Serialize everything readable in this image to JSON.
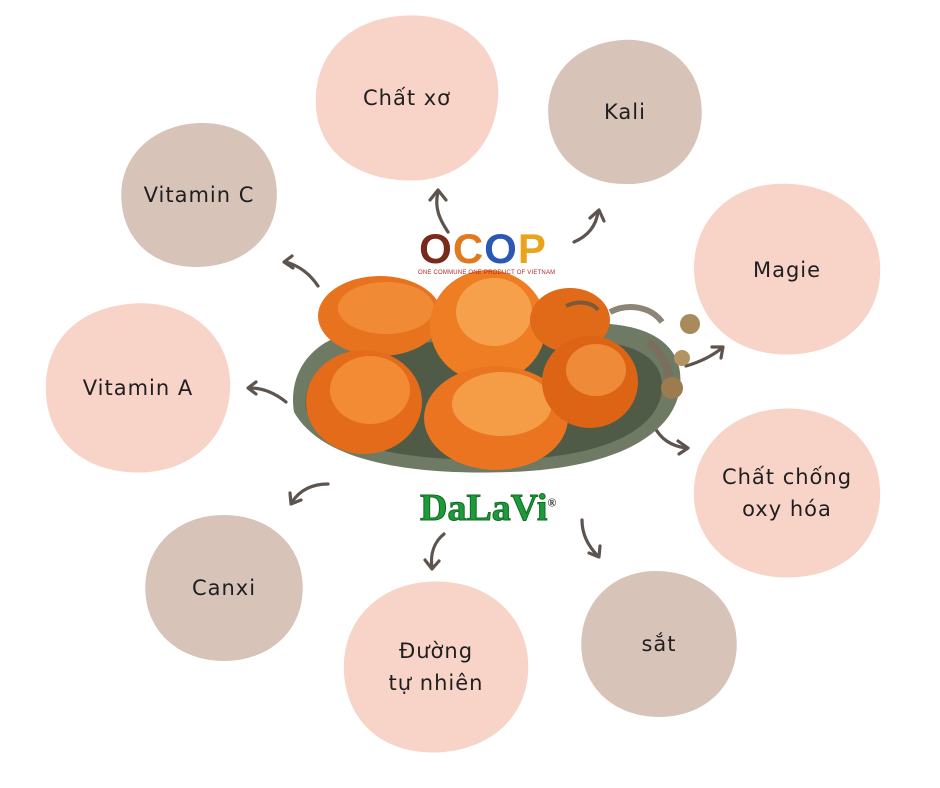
{
  "nutrients": {
    "fiber": "Chất xơ",
    "potassium": "Kali",
    "vitamin_c": "Vitamin C",
    "magnesium": "Magie",
    "vitamin_a": "Vitamin A",
    "antioxidant": "Chất chống\noxy hóa",
    "calcium": "Canxi",
    "iron": "sắt",
    "natural_sugar": "Đường\ntự nhiên"
  },
  "logos": {
    "ocop": "OCOP",
    "ocop_tagline": "ONE COMMUNE ONE PRODUCT OF VIETNAM",
    "dalavi": "DaLaVi",
    "dalavi_mark": "®"
  },
  "colors": {
    "bubble_pink": "#f8d3c7",
    "bubble_taupe": "#d7c3b8",
    "arrow": "#5e544f",
    "fruit_orange": "#e8731f",
    "dalavi_green": "#1d9a3a"
  },
  "icons": [
    "dried-persimmon-plate-image",
    "curved-arrow-icon"
  ]
}
